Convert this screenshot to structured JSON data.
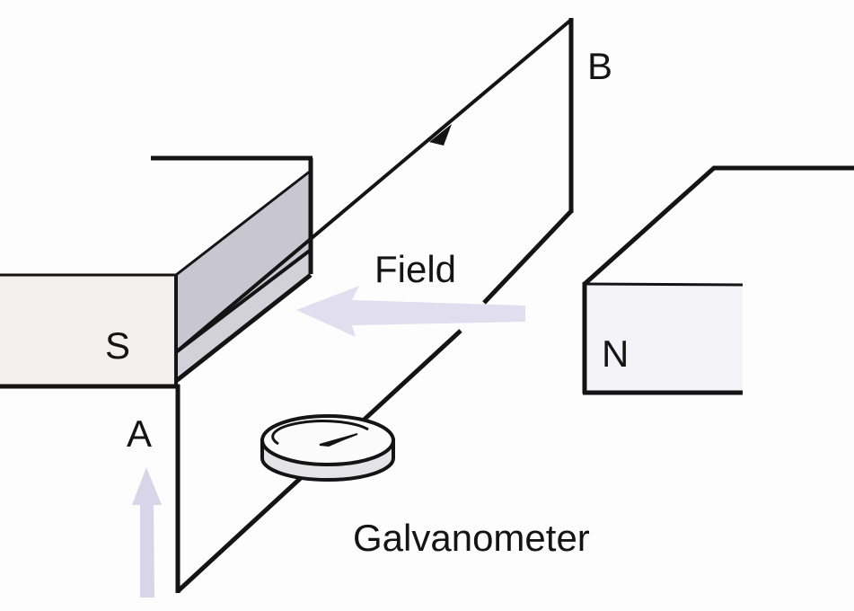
{
  "diagram": {
    "title": "Electromagnetic induction: conductor loop between magnet poles",
    "labels": {
      "point_a": "A",
      "point_b": "B",
      "south_pole": "S",
      "north_pole": "N",
      "field": "Field",
      "galvanometer": "Galvanometer"
    },
    "colors": {
      "ink": "#141414",
      "pole_face": "#c9c8d2",
      "magnet_body": "#f4f3f1",
      "field_arrow": "#d9d6ea",
      "motion_arrow": "#d4d0e6",
      "background": "#fdfdfd"
    },
    "arrows": {
      "current_direction": "B to A along top wire",
      "field_direction": "N to S (leftward)",
      "motion_direction": "upward"
    }
  }
}
